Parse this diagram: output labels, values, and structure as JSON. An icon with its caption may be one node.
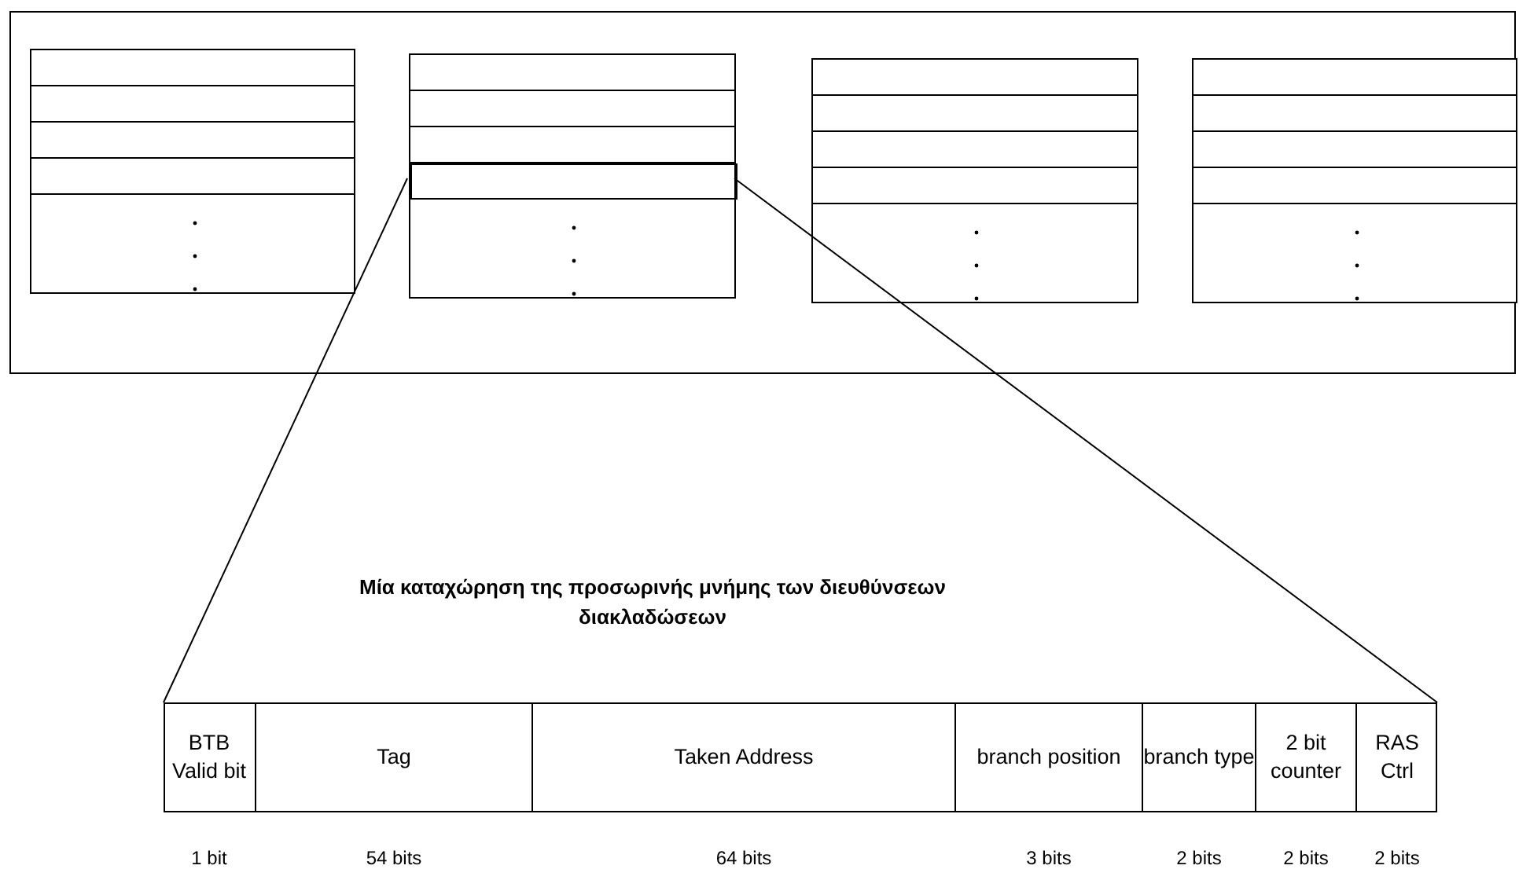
{
  "diagram": {
    "nodes": [
      {
        "text": [],
        "shape": "box"
      },
      {
        "text": [],
        "shape": "box",
        "in": 0
      },
      {
        "text": [],
        "shape": "box",
        "in": 0
      },
      {
        "text": [],
        "shape": "box",
        "in": 0
      },
      {
        "text": [],
        "shape": "box",
        "in": 0
      },
      {
        "text": [],
        "shape": "box",
        "in": 2
      },
      {
        "text": [
          "Μία καταχώρηση της προσωρινής μνήμης των διευθύνσεων διακλαδώσεων"
        ]
      },
      {
        "text": [
          "BTB Valid bit"
        ],
        "in": 6,
        "beside": [
          "1 bit"
        ]
      },
      {
        "text": [
          "Tag"
        ],
        "in": 6,
        "beside": [
          "54 bits"
        ]
      },
      {
        "text": [
          "Taken Address"
        ],
        "in": 6,
        "beside": [
          "64 bits"
        ]
      },
      {
        "text": [
          "branch position"
        ],
        "in": 6,
        "beside": [
          "3 bits"
        ]
      },
      {
        "text": [
          "branch type"
        ],
        "in": 6,
        "beside": [
          "2 bits"
        ]
      },
      {
        "text": [
          "2 bit counter"
        ],
        "in": 6,
        "beside": [
          "2 bits"
        ]
      },
      {
        "text": [
          "RAS Ctrl"
        ],
        "in": 6,
        "beside": [
          "2 bits"
        ]
      }
    ],
    "edges": [
      {
        "from": 5,
        "to": 6,
        "arrow": "none"
      },
      {
        "from": 5,
        "to": 6,
        "arrow": "none"
      }
    ]
  }
}
